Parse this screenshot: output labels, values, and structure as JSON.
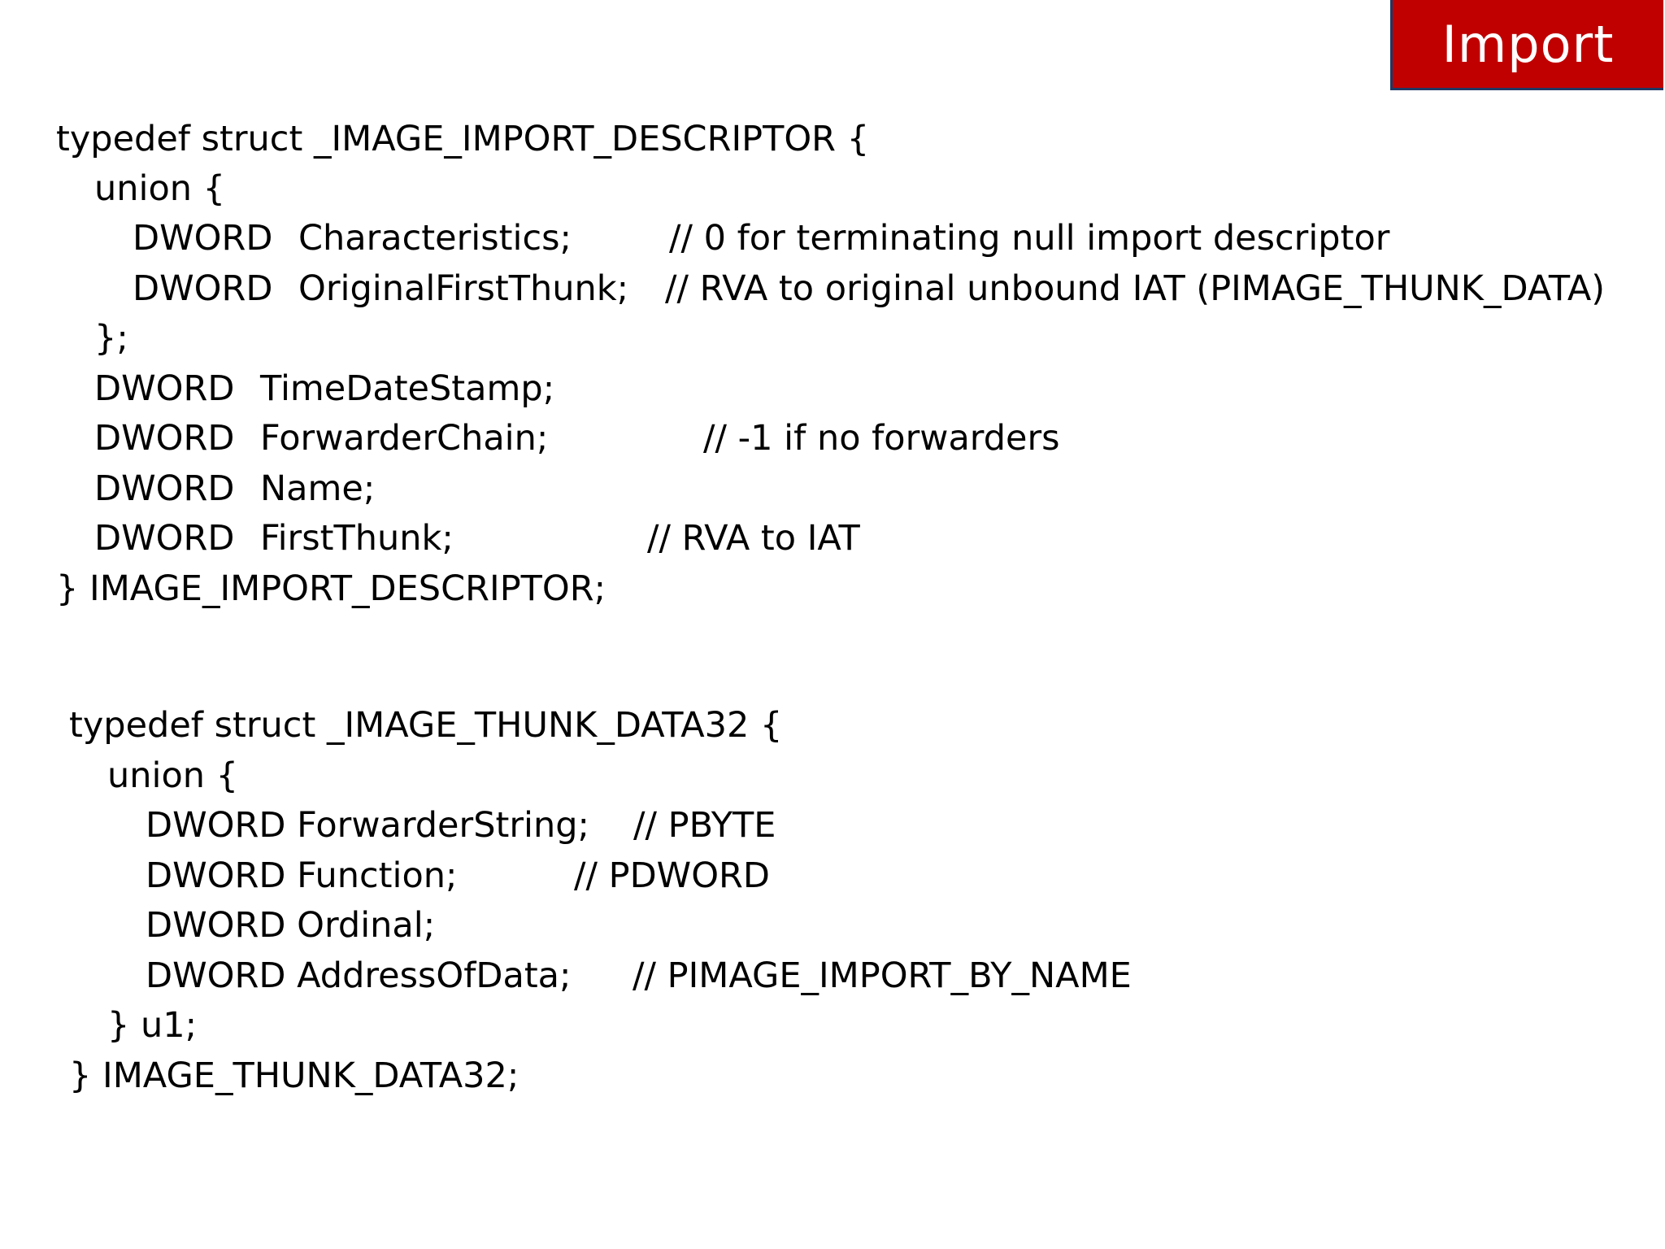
{
  "slide": {
    "title": "Import",
    "colors": {
      "badge_bg": "#c00000",
      "badge_border": "#1f3864",
      "badge_text": "#ffffff",
      "text": "#000000"
    }
  },
  "import_descriptor": {
    "line1": "typedef struct _IMAGE_IMPORT_DESCRIPTOR {",
    "line2": "union {",
    "line3_type": "DWORD",
    "line3_name": "Characteristics;",
    "line3_comment": "// 0 for terminating null import descriptor",
    "line4_type": "DWORD",
    "line4_name": "OriginalFirstThunk;",
    "line4_comment": "// RVA to original unbound IAT (PIMAGE_THUNK_DATA)",
    "line5": "};",
    "line6_type": "DWORD",
    "line6_name": "TimeDateStamp;",
    "line7_type": "DWORD",
    "line7_name": "ForwarderChain;",
    "line7_comment": "// -1 if no forwarders",
    "line8_type": "DWORD",
    "line8_name": "Name;",
    "line9_type": "DWORD",
    "line9_name": "FirstThunk;",
    "line9_comment": "// RVA to IAT",
    "line10": "} IMAGE_IMPORT_DESCRIPTOR;"
  },
  "thunk_data": {
    "line1": "typedef struct _IMAGE_THUNK_DATA32 {",
    "line2": "union {",
    "line3_decl": "DWORD ForwarderString;",
    "line3_comment": "// PBYTE",
    "line4_decl": "DWORD Function;",
    "line4_comment": "// PDWORD",
    "line5_decl": "DWORD Ordinal;",
    "line6_decl": "DWORD AddressOfData;",
    "line6_comment": "// PIMAGE_IMPORT_BY_NAME",
    "line7": "} u1;",
    "line8": "} IMAGE_THUNK_DATA32;"
  }
}
